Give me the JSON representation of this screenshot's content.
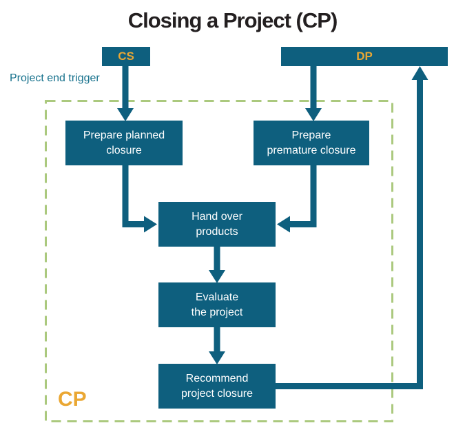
{
  "title": "Closing a Project (CP)",
  "headers": {
    "cs": "CS",
    "dp": "DP"
  },
  "labels": {
    "trigger": "Project end trigger",
    "process": "CP"
  },
  "nodes": {
    "prepare_planned": "Prepare planned\nclosure",
    "prepare_premature": "Prepare\npremature closure",
    "hand_over": "Hand over\nproducts",
    "evaluate": "Evaluate\nthe project",
    "recommend": "Recommend\nproject closure"
  },
  "edges": [
    {
      "from": "CS",
      "to": "Prepare planned closure"
    },
    {
      "from": "DP",
      "to": "Prepare premature closure"
    },
    {
      "from": "Prepare planned closure",
      "to": "Hand over products"
    },
    {
      "from": "Prepare premature closure",
      "to": "Hand over products"
    },
    {
      "from": "Hand over products",
      "to": "Evaluate the project"
    },
    {
      "from": "Evaluate the project",
      "to": "Recommend project closure"
    },
    {
      "from": "Recommend project closure",
      "to": "DP"
    }
  ],
  "colors": {
    "node_fill": "#0e5f7e",
    "accent_gold": "#eaa733",
    "boundary_green": "#abc97e",
    "node_text": "#ffffff",
    "title_text": "#231f20",
    "trigger_text": "#16718c"
  }
}
